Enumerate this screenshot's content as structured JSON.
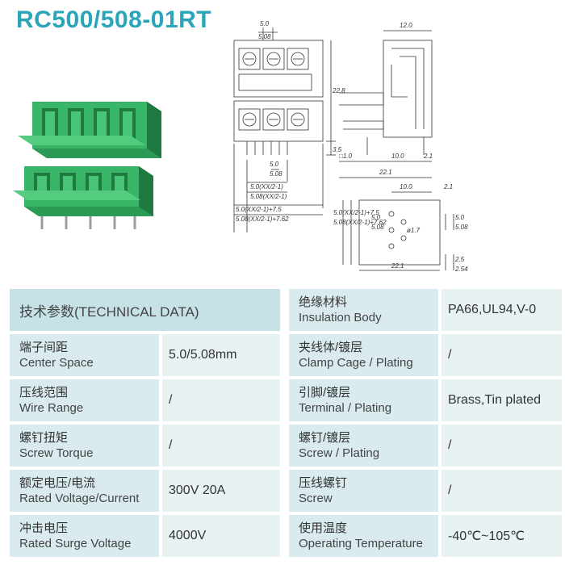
{
  "title": "RC500/508-01RT",
  "dims": {
    "top_pitch_a": "5.0",
    "top_pitch_b": "5.08",
    "height_total": "22.8",
    "pin_len": "3.5",
    "pitch_a": "5.0",
    "pitch_b": "5.08",
    "formula_1": "5.0(XX/2-1)",
    "formula_2": "5.08(XX/2-1)",
    "formula_3": "5.0(XX/2-1)+7.5",
    "formula_4": "5.08(XX/2-1)+7.62",
    "side_top": "12.0",
    "side_pin": "□1.0",
    "side_10": "10.0",
    "side_21": "2.1",
    "side_221": "22.1",
    "pcb_10": "10.0",
    "pcb_21": "2.1",
    "pcb_50": "5.0",
    "pcb_508": "5.08",
    "pcb_hole": "ø1.7",
    "pcb_r50": "5.0",
    "pcb_r508": "5.08",
    "pcb_f1": "5.0(XX/2-1)+7.5",
    "pcb_f2": "5.08(XX/2-1)+7.62",
    "pcb_221": "22.1",
    "pcb_25": "2.5",
    "pcb_254": "2.54"
  },
  "table_header": "技术参数(TECHNICAL DATA)",
  "left_rows": [
    {
      "cn": "端子间距",
      "en": "Center Space",
      "value": "5.0/5.08mm"
    },
    {
      "cn": "压线范围",
      "en": "Wire Range",
      "value": "/"
    },
    {
      "cn": "螺钉扭矩",
      "en": "Screw Torque",
      "value": "/"
    },
    {
      "cn": "额定电压/电流",
      "en": "Rated Voltage/Current",
      "value": "300V 20A"
    },
    {
      "cn": "冲击电压",
      "en": "Rated Surge Voltage",
      "value": "4000V"
    }
  ],
  "right_rows": [
    {
      "cn": "绝缘材料",
      "en": "Insulation Body",
      "value": "PA66,UL94,V-0"
    },
    {
      "cn": "夹线体/镀层",
      "en": "Clamp Cage / Plating",
      "value": "/"
    },
    {
      "cn": "引脚/镀层",
      "en": "Terminal / Plating",
      "value": "Brass,Tin plated"
    },
    {
      "cn": "螺钉/镀层",
      "en": "Screw / Plating",
      "value": "/"
    },
    {
      "cn": "压线螺钉",
      "en": "Screw",
      "value": "/"
    },
    {
      "cn": "使用温度",
      "en": "Operating Temperature",
      "value": "-40℃~105℃"
    }
  ],
  "colors": {
    "title": "#2aa6b8",
    "product": "#2fa05a",
    "header": "#c6e2e7",
    "label": "#d9ebee",
    "value": "#e8f2f3"
  }
}
